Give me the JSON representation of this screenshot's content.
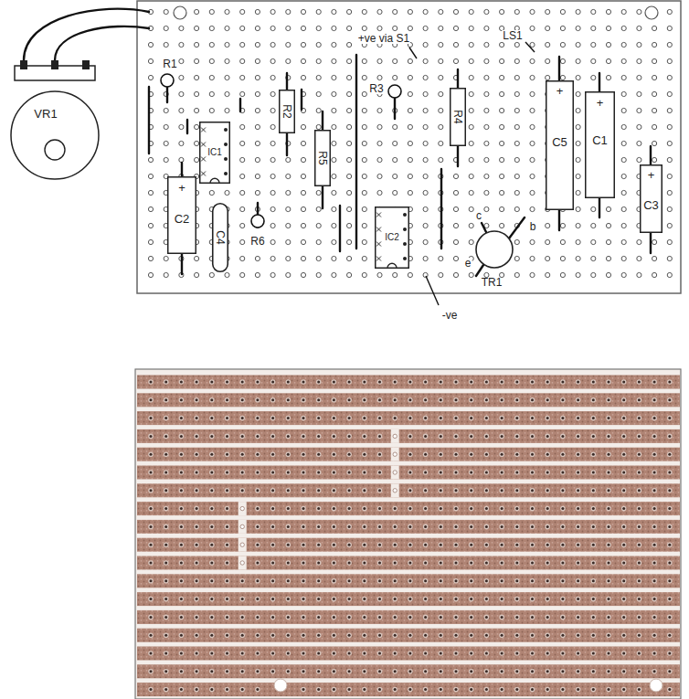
{
  "diagram": {
    "nodes": [
      {
        "text": [
          "VR1"
        ]
      },
      {
        "text": [
          "IC1"
        ]
      },
      {
        "text": [
          "R2"
        ]
      },
      {
        "text": [
          "R5"
        ]
      },
      {
        "text": [
          "+",
          "C2"
        ]
      },
      {
        "text": [
          "C4"
        ]
      },
      {
        "text": [
          "IC2"
        ]
      },
      {
        "text": [
          "R4"
        ]
      },
      {
        "text": [
          "+",
          "C5"
        ]
      },
      {
        "text": [
          "+",
          "C1"
        ]
      },
      {
        "text": [
          "+",
          "C3"
        ]
      },
      {
        "text": [
          "TR1"
        ]
      }
    ],
    "labels": [
      "R1",
      "+ve via S1",
      "LS1",
      "R3",
      "R6",
      "c",
      "b",
      "e",
      "-ve"
    ]
  }
}
